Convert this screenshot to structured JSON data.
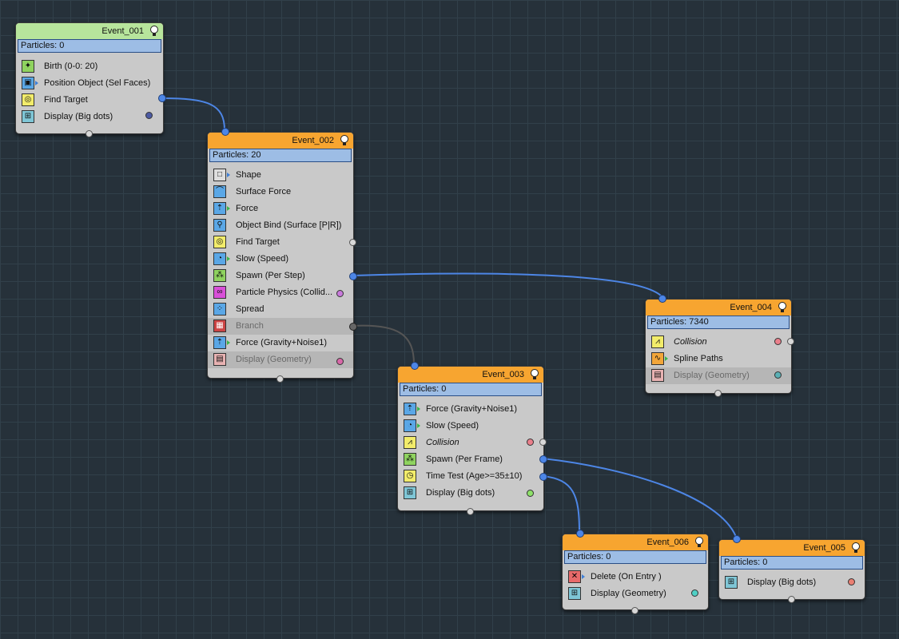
{
  "colors": {
    "background": "#26313a",
    "header_orange": "#f7a530",
    "header_green": "#b7e59c",
    "particles_bar": "#9dbde5",
    "node_body": "#c9c9c9",
    "wire_blue": "#4d86e6",
    "wire_gray": "#555555"
  },
  "nodes": {
    "event_001": {
      "title": "Event_001",
      "particles": "Particles: 0",
      "ops": [
        {
          "label": "Birth (0-0: 20)",
          "icon": "birth-icon"
        },
        {
          "label": "Position Object (Sel Faces)",
          "icon": "position-object-icon"
        },
        {
          "label": "Find Target",
          "icon": "find-target-icon"
        },
        {
          "label": "Display (Big dots)",
          "icon": "display-icon"
        }
      ]
    },
    "event_002": {
      "title": "Event_002",
      "particles": "Particles: 20",
      "ops": [
        {
          "label": "Shape",
          "icon": "shape-icon"
        },
        {
          "label": "Surface Force",
          "icon": "surface-force-icon"
        },
        {
          "label": "Force",
          "icon": "force-icon"
        },
        {
          "label": "Object Bind (Surface [P|R])",
          "icon": "object-bind-icon"
        },
        {
          "label": "Find Target",
          "icon": "find-target-icon"
        },
        {
          "label": "Slow (Speed)",
          "icon": "slow-icon"
        },
        {
          "label": "Spawn (Per Step)",
          "icon": "spawn-icon"
        },
        {
          "label": "Particle Physics (Collid...",
          "icon": "particle-physics-icon"
        },
        {
          "label": "Spread",
          "icon": "spread-icon"
        },
        {
          "label": "Branch",
          "icon": "branch-icon"
        },
        {
          "label": "Force (Gravity+Noise1)",
          "icon": "force-icon"
        },
        {
          "label": "Display (Geometry)",
          "icon": "display-geometry-icon"
        }
      ]
    },
    "event_003": {
      "title": "Event_003",
      "particles": "Particles: 0",
      "ops": [
        {
          "label": "Force (Gravity+Noise1)",
          "icon": "force-icon"
        },
        {
          "label": "Slow (Speed)",
          "icon": "slow-icon"
        },
        {
          "label": "Collision",
          "icon": "collision-icon"
        },
        {
          "label": "Spawn (Per Frame)",
          "icon": "spawn-icon"
        },
        {
          "label": "Time Test (Age>=35±10)",
          "icon": "clock-icon"
        },
        {
          "label": "Display (Big dots)",
          "icon": "display-icon"
        }
      ]
    },
    "event_004": {
      "title": "Event_004",
      "particles": "Particles: 7340",
      "ops": [
        {
          "label": "Collision",
          "icon": "collision-icon"
        },
        {
          "label": "Spline Paths",
          "icon": "spline-paths-icon"
        },
        {
          "label": "Display (Geometry)",
          "icon": "display-geometry-icon"
        }
      ]
    },
    "event_005": {
      "title": "Event_005",
      "particles": "Particles: 0",
      "ops": [
        {
          "label": "Display (Big dots)",
          "icon": "display-icon"
        }
      ]
    },
    "event_006": {
      "title": "Event_006",
      "particles": "Particles: 0",
      "ops": [
        {
          "label": "Delete (On Entry )",
          "icon": "delete-icon"
        },
        {
          "label": "Display (Geometry)",
          "icon": "display-geometry-icon"
        }
      ]
    }
  }
}
